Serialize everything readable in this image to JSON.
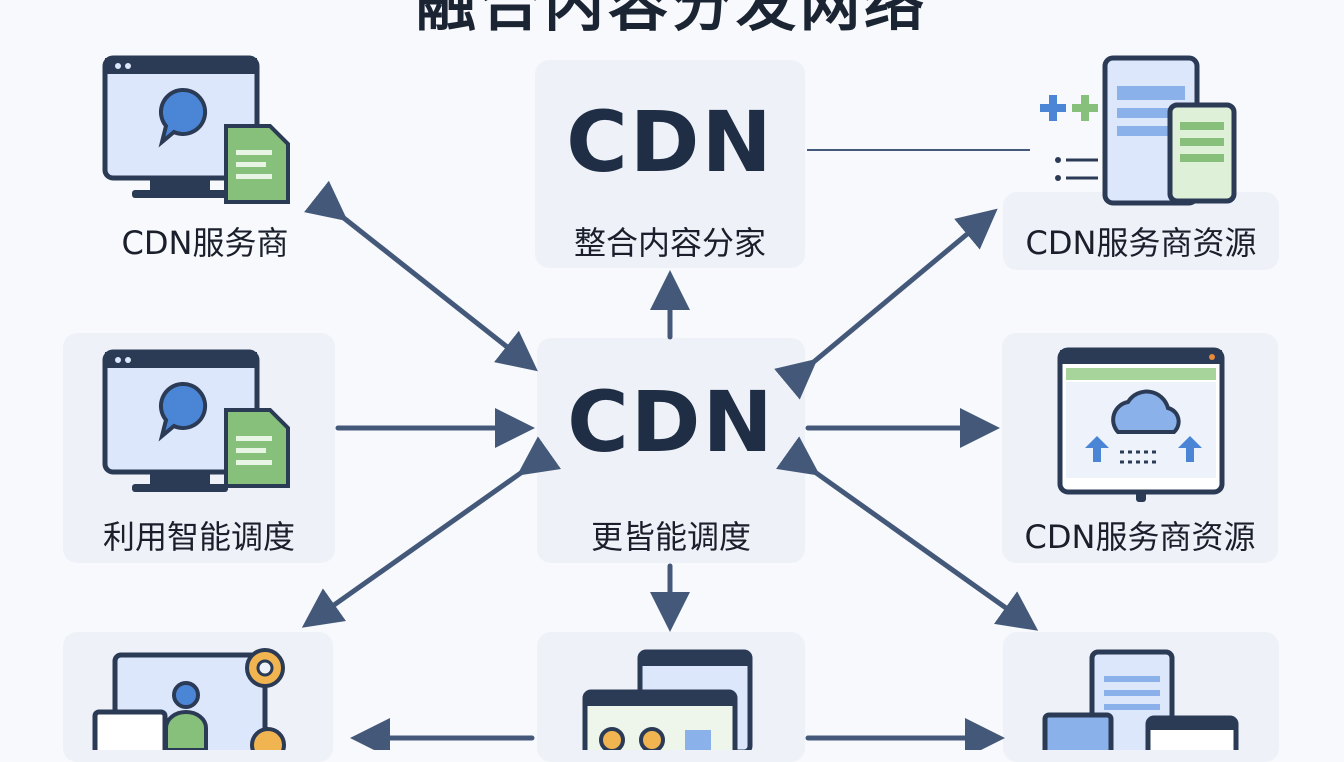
{
  "title": "融合内容分发网络",
  "nodes": {
    "top_left_label": "CDN服务商",
    "top_center_big": "CDN",
    "top_center_label": "整合内容分家",
    "top_right_label": "CDN服务商资源",
    "mid_left_label": "利用智能调度",
    "center_big": "CDN",
    "center_label": "更皆能调度",
    "mid_right_label": "CDN服务商资源"
  },
  "colors": {
    "arrow": "#44597a",
    "card": "#eef2f8",
    "screen_blue": "#dde7fb",
    "doc_green": "#86c07a",
    "accent_blue": "#4b86d6"
  }
}
